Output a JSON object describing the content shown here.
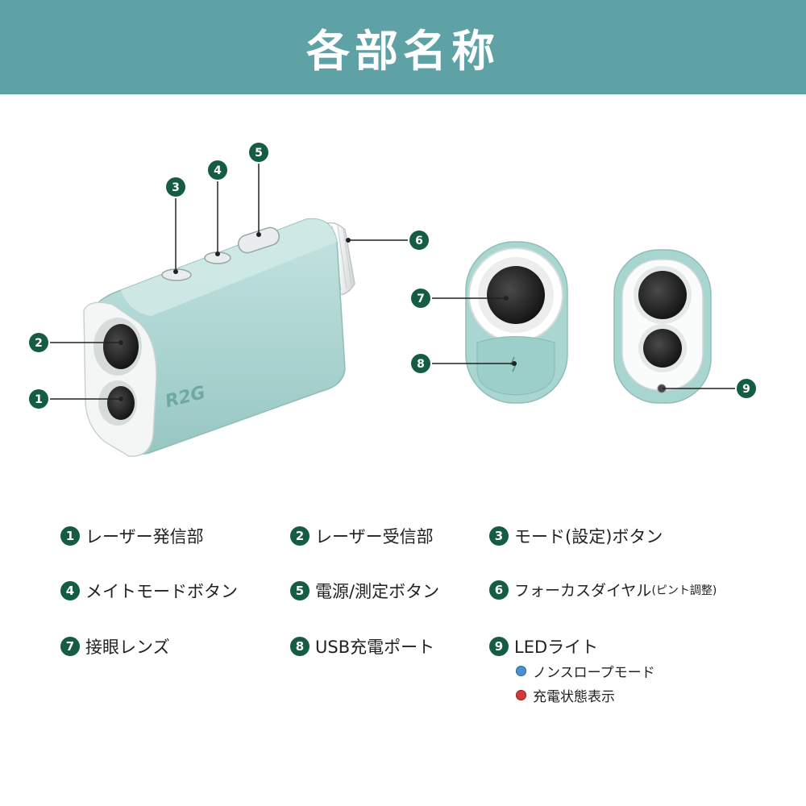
{
  "title": "各部名称",
  "colors": {
    "header": "#5fa2a6",
    "marker": "#155c45",
    "device": "#a9d5d1",
    "blue_dot": "#4a8fd0",
    "red_dot": "#d23a3a"
  },
  "device": {
    "brand": "R2G"
  },
  "markers": [
    "1",
    "2",
    "3",
    "4",
    "5",
    "6",
    "7",
    "8",
    "9"
  ],
  "legend": [
    {
      "num": "1",
      "label": "レーザー発信部"
    },
    {
      "num": "2",
      "label": "レーザー受信部"
    },
    {
      "num": "3",
      "label": "モード(設定)ボタン"
    },
    {
      "num": "4",
      "label": "メイトモードボタン"
    },
    {
      "num": "5",
      "label": "電源/測定ボタン"
    },
    {
      "num": "6",
      "label": "フォーカスダイヤル",
      "note": "(ピント調整)"
    },
    {
      "num": "7",
      "label": "接眼レンズ"
    },
    {
      "num": "8",
      "label": "USB充電ポート"
    },
    {
      "num": "9",
      "label": "LEDライト"
    }
  ],
  "led_modes": [
    {
      "label": "ノンスロープモード",
      "color": "blue"
    },
    {
      "label": "充電状態表示",
      "color": "red"
    }
  ]
}
